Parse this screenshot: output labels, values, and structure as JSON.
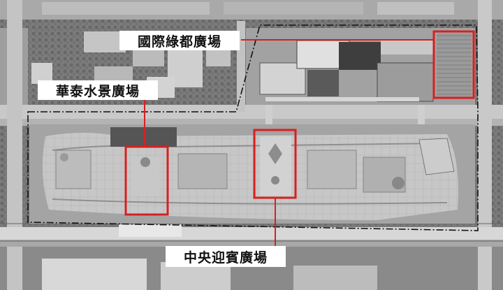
{
  "map": {
    "labels": {
      "guoji_lvdu": "國際綠都廣場",
      "huatai_shuijing": "華泰水景廣場",
      "zhongyang_yingbin": "中央迎賓廣場"
    },
    "colors": {
      "highlight_box": "#d62020",
      "leader_line": "#d62020",
      "label_background": "#ffffff",
      "label_text": "#111111",
      "boundary_line": "#111111"
    }
  }
}
